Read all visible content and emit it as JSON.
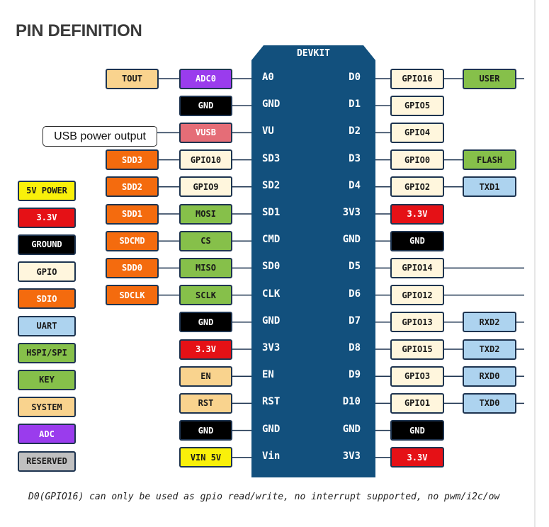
{
  "title": "PIN DEFINITION",
  "board_label": "DEVKIT",
  "usb_note": "USB power output",
  "footnote": "D0(GPIO16) can only be used as gpio read/write, no interrupt supported, no pwm/i2c/ow",
  "colors": {
    "board": "#12507d",
    "tan": "#f9d38e",
    "purple": "#9a3ced",
    "black": "#000000",
    "pink": "#e56d77",
    "orange": "#f46b0e",
    "cream": "#fff6dd",
    "red": "#e51116",
    "green": "#86c04a",
    "lightblue": "#add3ef",
    "yellow": "#f9f00a",
    "grey": "#c0c0c0"
  },
  "legend": [
    {
      "label": "5V POWER",
      "color": "yellow"
    },
    {
      "label": "3.3V",
      "color": "red"
    },
    {
      "label": "GROUND",
      "color": "black"
    },
    {
      "label": "GPIO",
      "color": "cream"
    },
    {
      "label": "SDIO",
      "color": "orange"
    },
    {
      "label": "UART",
      "color": "lightblue"
    },
    {
      "label": "HSPI/SPI",
      "color": "green"
    },
    {
      "label": "KEY",
      "color": "green"
    },
    {
      "label": "SYSTEM",
      "color": "tan"
    },
    {
      "label": "ADC",
      "color": "purple"
    },
    {
      "label": "RESERVED",
      "color": "grey"
    }
  ],
  "left_pins": [
    {
      "pin": "A0",
      "func": {
        "label": "ADC0",
        "color": "purple"
      },
      "outer": {
        "label": "TOUT",
        "color": "tan"
      }
    },
    {
      "pin": "GND",
      "func": {
        "label": "GND",
        "color": "black"
      }
    },
    {
      "pin": "VU",
      "func": {
        "label": "VUSB",
        "color": "pink"
      }
    },
    {
      "pin": "SD3",
      "func": {
        "label": "GPIO10",
        "color": "cream"
      },
      "outer": {
        "label": "SDD3",
        "color": "orange"
      }
    },
    {
      "pin": "SD2",
      "func": {
        "label": "GPIO9",
        "color": "cream"
      },
      "outer": {
        "label": "SDD2",
        "color": "orange"
      }
    },
    {
      "pin": "SD1",
      "func": {
        "label": "MOSI",
        "color": "green"
      },
      "outer": {
        "label": "SDD1",
        "color": "orange"
      }
    },
    {
      "pin": "CMD",
      "func": {
        "label": "CS",
        "color": "green"
      },
      "outer": {
        "label": "SDCMD",
        "color": "orange"
      }
    },
    {
      "pin": "SD0",
      "func": {
        "label": "MISO",
        "color": "green"
      },
      "outer": {
        "label": "SDD0",
        "color": "orange"
      }
    },
    {
      "pin": "CLK",
      "func": {
        "label": "SCLK",
        "color": "green"
      },
      "outer": {
        "label": "SDCLK",
        "color": "orange"
      }
    },
    {
      "pin": "GND",
      "func": {
        "label": "GND",
        "color": "black"
      }
    },
    {
      "pin": "3V3",
      "func": {
        "label": "3.3V",
        "color": "red"
      }
    },
    {
      "pin": "EN",
      "func": {
        "label": "EN",
        "color": "tan"
      }
    },
    {
      "pin": "RST",
      "func": {
        "label": "RST",
        "color": "tan"
      }
    },
    {
      "pin": "GND",
      "func": {
        "label": "GND",
        "color": "black"
      }
    },
    {
      "pin": "Vin",
      "func": {
        "label": "VIN 5V",
        "color": "yellow"
      }
    }
  ],
  "right_pins": [
    {
      "pin": "D0",
      "func": {
        "label": "GPIO16",
        "color": "cream"
      },
      "outer": {
        "label": "USER",
        "color": "green"
      },
      "ext": true
    },
    {
      "pin": "D1",
      "func": {
        "label": "GPIO5",
        "color": "cream"
      }
    },
    {
      "pin": "D2",
      "func": {
        "label": "GPIO4",
        "color": "cream"
      }
    },
    {
      "pin": "D3",
      "func": {
        "label": "GPIO0",
        "color": "cream"
      },
      "outer": {
        "label": "FLASH",
        "color": "green"
      }
    },
    {
      "pin": "D4",
      "func": {
        "label": "GPIO2",
        "color": "cream"
      },
      "outer": {
        "label": "TXD1",
        "color": "lightblue"
      }
    },
    {
      "pin": "3V3",
      "func": {
        "label": "3.3V",
        "color": "red"
      }
    },
    {
      "pin": "GND",
      "func": {
        "label": "GND",
        "color": "black"
      }
    },
    {
      "pin": "D5",
      "func": {
        "label": "GPIO14",
        "color": "cream"
      },
      "ext": true
    },
    {
      "pin": "D6",
      "func": {
        "label": "GPIO12",
        "color": "cream"
      },
      "ext": true
    },
    {
      "pin": "D7",
      "func": {
        "label": "GPIO13",
        "color": "cream"
      },
      "outer": {
        "label": "RXD2",
        "color": "lightblue"
      },
      "ext": true
    },
    {
      "pin": "D8",
      "func": {
        "label": "GPIO15",
        "color": "cream"
      },
      "outer": {
        "label": "TXD2",
        "color": "lightblue"
      },
      "ext": true
    },
    {
      "pin": "D9",
      "func": {
        "label": "GPIO3",
        "color": "cream"
      },
      "outer": {
        "label": "RXD0",
        "color": "lightblue"
      },
      "ext": true
    },
    {
      "pin": "D10",
      "func": {
        "label": "GPIO1",
        "color": "cream"
      },
      "outer": {
        "label": "TXD0",
        "color": "lightblue"
      },
      "ext": true
    },
    {
      "pin": "GND",
      "func": {
        "label": "GND",
        "color": "black"
      }
    },
    {
      "pin": "3V3",
      "func": {
        "label": "3.3V",
        "color": "red"
      }
    }
  ]
}
